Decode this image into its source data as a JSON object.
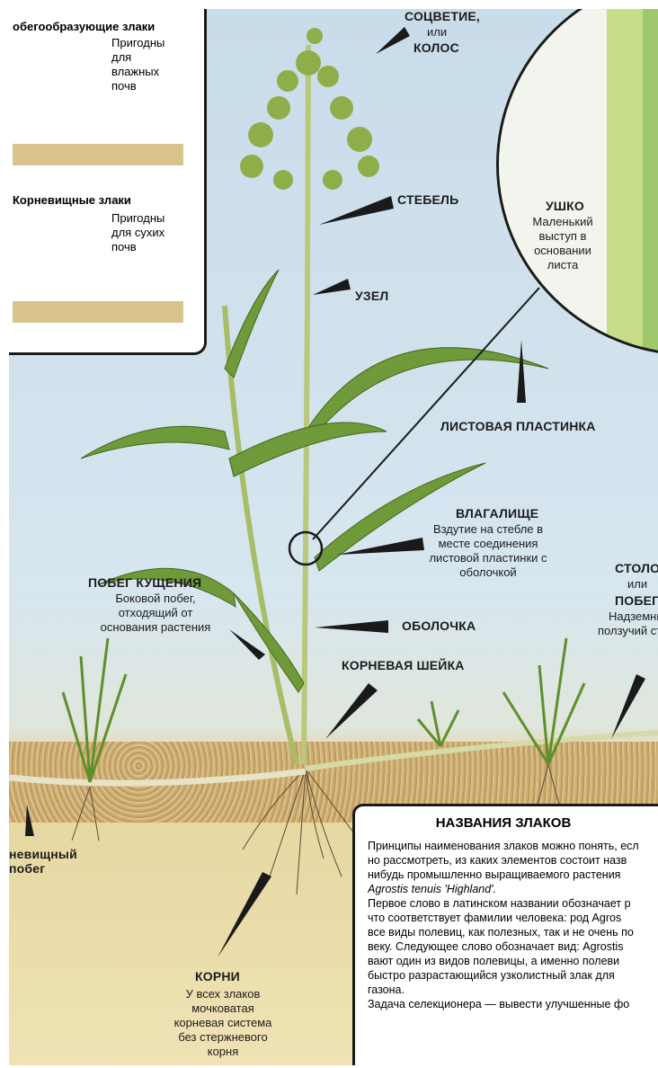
{
  "inset": {
    "heading1": "обегообразующие злаки",
    "text1": [
      "Пригодны",
      "для",
      "влажных",
      "почв"
    ],
    "heading2": "Корневищные злаки",
    "text2": [
      "Пригодны",
      "для сухих",
      "почв"
    ]
  },
  "labels": {
    "inflorescence": "СОЦВЕТИЕ,",
    "inflorescence_or": "или",
    "inflorescence_alt": "КОЛОС",
    "stem": "СТЕБЕЛЬ",
    "node": "УЗЕЛ",
    "auricle_title": "УШКО",
    "auricle_desc": [
      "Маленький",
      "выступ в",
      "основании",
      "листа"
    ],
    "leaf_blade": "ЛИСТОВАЯ ПЛАСТИНКА",
    "ligule_title": "ВЛАГАЛИЩЕ",
    "ligule_desc": [
      "Вздутие на стебле в",
      "месте соединения",
      "листовой пластинки с",
      "оболочкой"
    ],
    "tiller_title": "ПОБЕГ КУЩЕНИЯ",
    "tiller_desc": [
      "Боковой побег,",
      "отходящий от",
      "основания растения"
    ],
    "sheath": "ОБОЛОЧКА",
    "stolon_title": "СТОЛОН",
    "stolon_or": "или",
    "stolon_alt": "ПОБЕГ",
    "stolon_desc": [
      "Надземны",
      "ползучий сте"
    ],
    "crown": "КОРНЕВАЯ ШЕЙКА",
    "rhizome": [
      "невищный",
      "побег"
    ],
    "roots_title": "КОРНИ",
    "roots_desc": [
      "У всех злаков",
      "мочковатая",
      "корневая система",
      "без стержневого",
      "корня"
    ]
  },
  "box": {
    "title": "НАЗВАНИЯ ЗЛАКОВ",
    "lines": [
      "Принципы наименования злаков можно понять, есл",
      "но рассмотреть, из каких элементов состоит назв",
      "нибудь промышленно выращиваемого растения",
      "Agrostis tenuis 'Highland'.",
      "Первое слово в латинском названии обозначает р",
      "что соответствует фамилии человека: род Agros",
      "все виды полевиц, как полезных, так и не очень по",
      "веку. Следующее слово обозначает вид: Agrostis",
      "вают один из видов полевицы, а именно полеви",
      "быстро разрастающийся узколистный злак для",
      "газона.",
      "Задача селекционера — вывести улучшенные фо"
    ]
  },
  "colors": {
    "grass": "#6f9a3a",
    "stem": "#b9c87a",
    "soil": "#c9a766",
    "line": "#1a1a1a"
  }
}
